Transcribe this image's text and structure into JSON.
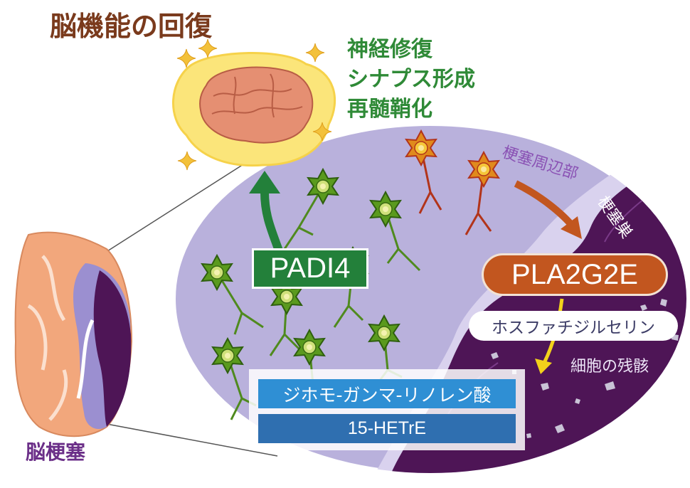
{
  "title": "脳機能の回復",
  "benefits": [
    "神経修復",
    "シナプス形成",
    "再髄鞘化"
  ],
  "labels": {
    "infarct_periphery": "梗塞周辺部",
    "infarct_core": "梗塞巣",
    "cell_debris": "細胞の残骸",
    "stroke": "脳梗塞"
  },
  "factors": {
    "padi4": "PADI4",
    "pla2g2e": "PLA2G2E",
    "phosphatidylserine": "ホスファチジルセリン",
    "dgla": "ジホモ-ガンマ-リノレン酸",
    "hetre": "15-HETrE"
  },
  "colors": {
    "title": "#7a3a1c",
    "benefit_text": "#2f8a37",
    "periphery_fill": "#b9b1dc",
    "core_fill": "#4e1556",
    "padi4_box": "#23803a",
    "pla2g2e_box": "#c2561f",
    "dgla_box": "#2f8fd4",
    "hetre_box": "#2f6fb0",
    "green_cell": "#5a9a1e",
    "orange_cell": "#e08a1c"
  },
  "icons": [
    "brain-icon",
    "sparkle-icon",
    "green-neuron-icon",
    "orange-neuron-icon",
    "brain-section-icon"
  ]
}
